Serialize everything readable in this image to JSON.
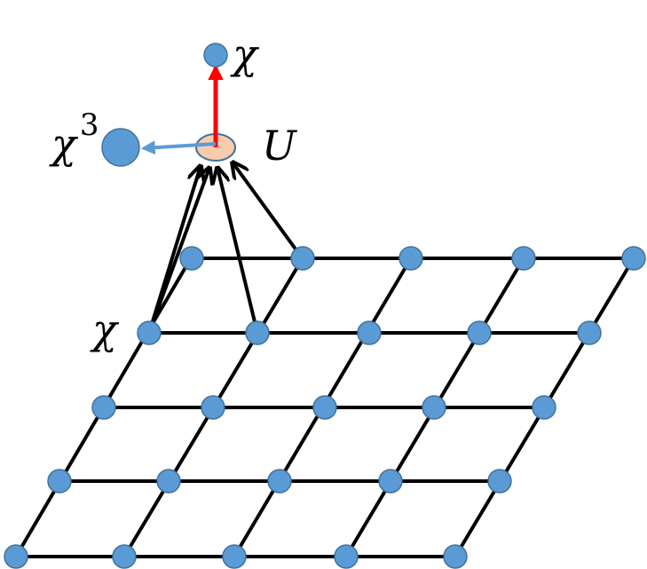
{
  "labels": {
    "chi_top": "χ",
    "chi_cubed_base": "χ",
    "chi_cubed_exp": "3",
    "u_label": "U",
    "chi_left": "χ"
  },
  "colors": {
    "node_fill": "#5b9bd5",
    "node_stroke": "#41719c",
    "u_fill": "#f8cbad",
    "red_arrow": "#ff0000",
    "blue_arrow": "#5b9bd5",
    "grid": "#000000"
  }
}
